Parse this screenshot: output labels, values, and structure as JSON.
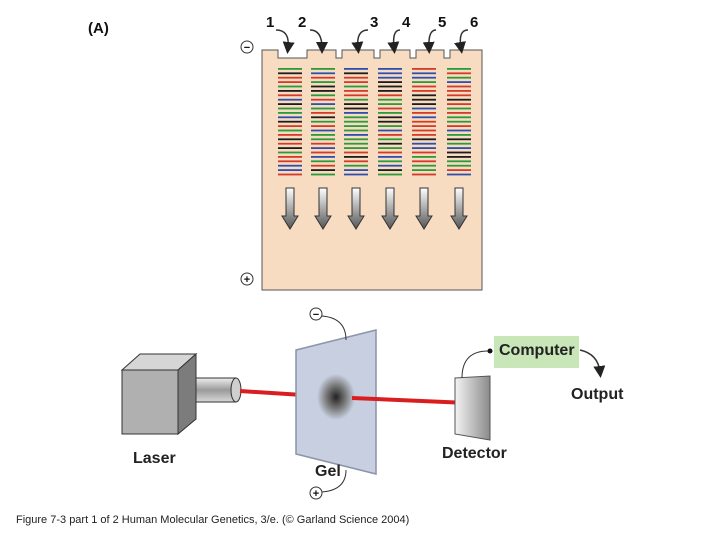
{
  "panel_label": "(A)",
  "lanes": [
    {
      "label": "1"
    },
    {
      "label": "2"
    },
    {
      "label": "3"
    },
    {
      "label": "4"
    },
    {
      "label": "5"
    },
    {
      "label": "6"
    }
  ],
  "electrodes": {
    "negative": "−",
    "positive": "+"
  },
  "apparatus": {
    "laser": "Laser",
    "gel": "Gel",
    "detector": "Detector",
    "computer": "Computer",
    "output": "Output"
  },
  "caption": "Figure 7-3  part 1 of 2  Human Molecular Genetics, 3/e.  (© Garland Science 2004)",
  "colors": {
    "gel_slab": "#f7dcc1",
    "band_colors": [
      "#d43a2a",
      "#2a9a3a",
      "#1c1c1c",
      "#2f4fb0"
    ],
    "laser_beam": "#d81e1e",
    "computer_box": "#c9e6b8"
  }
}
